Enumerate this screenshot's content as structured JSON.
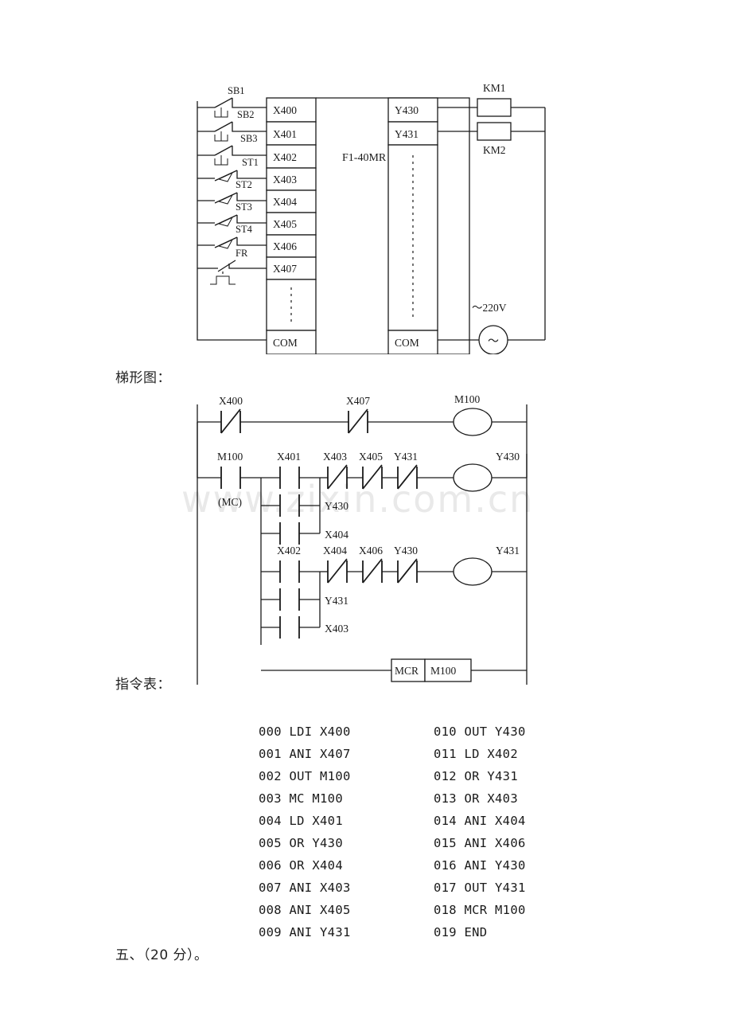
{
  "labels": {
    "ladder_heading": "梯形图：",
    "instruction_heading": "指令表：",
    "footer": "五、（20 分）。"
  },
  "watermark": "www.zixin.com.cn",
  "wiring_diagram": {
    "plc_model": "F1-40MR",
    "power_label": "～220V",
    "power_symbol": "～",
    "input_terminals": [
      "X400",
      "X401",
      "X402",
      "X403",
      "X404",
      "X405",
      "X406",
      "X407"
    ],
    "input_common": "COM",
    "output_terminals": [
      "Y430",
      "Y431"
    ],
    "output_common": "COM",
    "input_devices": [
      {
        "name": "SB1",
        "type": "pushbutton-no",
        "terminal": "X400"
      },
      {
        "name": "SB2",
        "type": "pushbutton-no",
        "terminal": "X401"
      },
      {
        "name": "SB3",
        "type": "pushbutton-no",
        "terminal": "X402"
      },
      {
        "name": "ST1",
        "type": "limit-switch",
        "terminal": "X403"
      },
      {
        "name": "ST2",
        "type": "limit-switch",
        "terminal": "X404"
      },
      {
        "name": "ST3",
        "type": "limit-switch",
        "terminal": "X405"
      },
      {
        "name": "ST4",
        "type": "limit-switch",
        "terminal": "X406"
      },
      {
        "name": "FR",
        "type": "thermal-overload-nc",
        "terminal": "X407"
      }
    ],
    "output_devices": [
      {
        "name": "KM1",
        "terminal": "Y430"
      },
      {
        "name": "KM2",
        "terminal": "Y431"
      }
    ]
  },
  "ladder_diagram": {
    "rungs": [
      {
        "id": "rung-1",
        "contacts": [
          {
            "label": "X400",
            "type": "nc"
          },
          {
            "label": "X407",
            "type": "nc"
          }
        ],
        "coil": "M100"
      },
      {
        "id": "rung-2",
        "contacts": [
          {
            "label": "M100",
            "type": "no",
            "note": "(MC)"
          },
          {
            "label": "X401",
            "type": "no"
          },
          {
            "label": "X403",
            "type": "nc"
          },
          {
            "label": "X405",
            "type": "nc"
          },
          {
            "label": "Y431",
            "type": "nc"
          }
        ],
        "branches": [
          {
            "label": "Y430",
            "type": "no"
          },
          {
            "label": "X404",
            "type": "no"
          }
        ],
        "coil": "Y430"
      },
      {
        "id": "rung-3",
        "contacts": [
          {
            "label": "X402",
            "type": "no"
          },
          {
            "label": "X404",
            "type": "nc"
          },
          {
            "label": "X406",
            "type": "nc"
          },
          {
            "label": "Y430",
            "type": "nc"
          }
        ],
        "branches": [
          {
            "label": "Y431",
            "type": "no"
          },
          {
            "label": "X403",
            "type": "no"
          }
        ],
        "coil": "Y431"
      }
    ],
    "mc_note": "(MC)",
    "mcr_block": {
      "instruction": "MCR",
      "operand": "M100"
    }
  },
  "instruction_list": {
    "left_column": [
      "000 LDI X400",
      "001 ANI X407",
      "002 OUT M100",
      "003 MC M100",
      "004 LD X401",
      "005 OR Y430",
      "006 OR X404",
      "007 ANI X403",
      "008 ANI X405",
      "009 ANI Y431"
    ],
    "right_column": [
      "010 OUT Y430",
      "011 LD X402",
      "012 OR Y431",
      "013 OR X403",
      "014 ANI X404",
      "015 ANI X406",
      "016 ANI Y430",
      "017 OUT Y431",
      "018 MCR M100",
      "019 END"
    ]
  }
}
